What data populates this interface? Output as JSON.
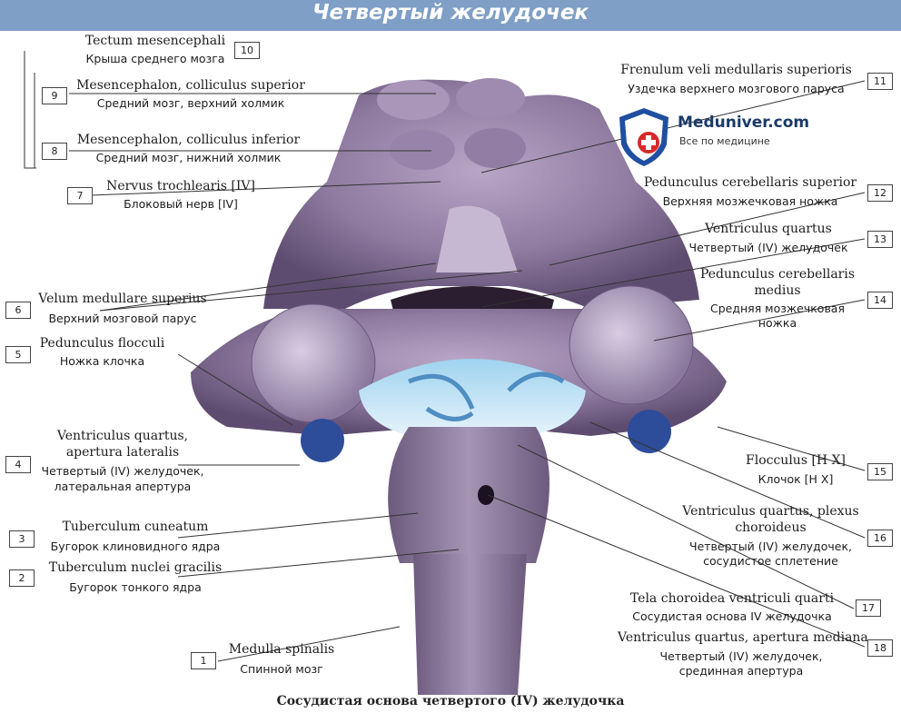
{
  "header": {
    "title": "Четвертый желудочек"
  },
  "logo": {
    "name": "Meduniver.com",
    "tagline": "Все по медицине"
  },
  "caption": "Сосудистая основа четвертого (IV) желудочка",
  "labels": [
    {
      "num": "10",
      "latin": "Tectum mesencephali",
      "russian": "Крыша среднего мозга"
    },
    {
      "num": "9",
      "latin": "Mesencephalon, colliculus superior",
      "russian": "Средний мозг, верхний холмик"
    },
    {
      "num": "8",
      "latin": "Mesencephalon, colliculus inferior",
      "russian": "Средний мозг, нижний холмик"
    },
    {
      "num": "7",
      "latin": "Nervus trochlearis [IV]",
      "russian": "Блоковый нерв [IV]"
    },
    {
      "num": "6",
      "latin": "Velum medullare superius",
      "russian": "Верхний мозговой парус"
    },
    {
      "num": "5",
      "latin": "Pedunculus flocculi",
      "russian": "Ножка клочка"
    },
    {
      "num": "4",
      "latin": "Ventriculus quartus,",
      "latin2": "apertura lateralis",
      "russian": "Четвертый (IV) желудочек,",
      "russian2": "латеральная апертура"
    },
    {
      "num": "3",
      "latin": "Tuberculum cuneatum",
      "russian": "Бугорок клиновидного ядра"
    },
    {
      "num": "2",
      "latin": "Tuberculum nuclei gracilis",
      "russian": "Бугорок тонкого ядра"
    },
    {
      "num": "1",
      "latin": "Medulla spinalis",
      "russian": "Спинной мозг"
    },
    {
      "num": "11",
      "latin": "Frenulum veli medullaris superioris",
      "russian": "Уздечка верхнего мозгового паруса"
    },
    {
      "num": "12",
      "latin": "Pedunculus cerebellaris superior",
      "russian": "Верхняя мозжечковая ножка"
    },
    {
      "num": "13",
      "latin": "Ventriculus quartus",
      "russian": "Четвертый (IV) желудочек"
    },
    {
      "num": "14",
      "latin": "Pedunculus cerebellaris",
      "latin2": "medius",
      "russian": "Средняя мозжечковая",
      "russian2": "ножка"
    },
    {
      "num": "15",
      "latin": "Flocculus [H X]",
      "russian": "Клочок [H X]"
    },
    {
      "num": "16",
      "latin": "Ventriculus quartus, plexus",
      "latin2": "choroideus",
      "russian": "Четвертый (IV) желудочек,",
      "russian2": "сосудистое сплетение"
    },
    {
      "num": "17",
      "latin": "Tela choroidea ventriculi quarti",
      "russian": "Сосудистая основа IV желудочка"
    },
    {
      "num": "18",
      "latin": "Ventriculus quartus, apertura mediana",
      "russian": "Четвертый (IV) желудочек,",
      "russian2": "срединная апертура"
    }
  ]
}
